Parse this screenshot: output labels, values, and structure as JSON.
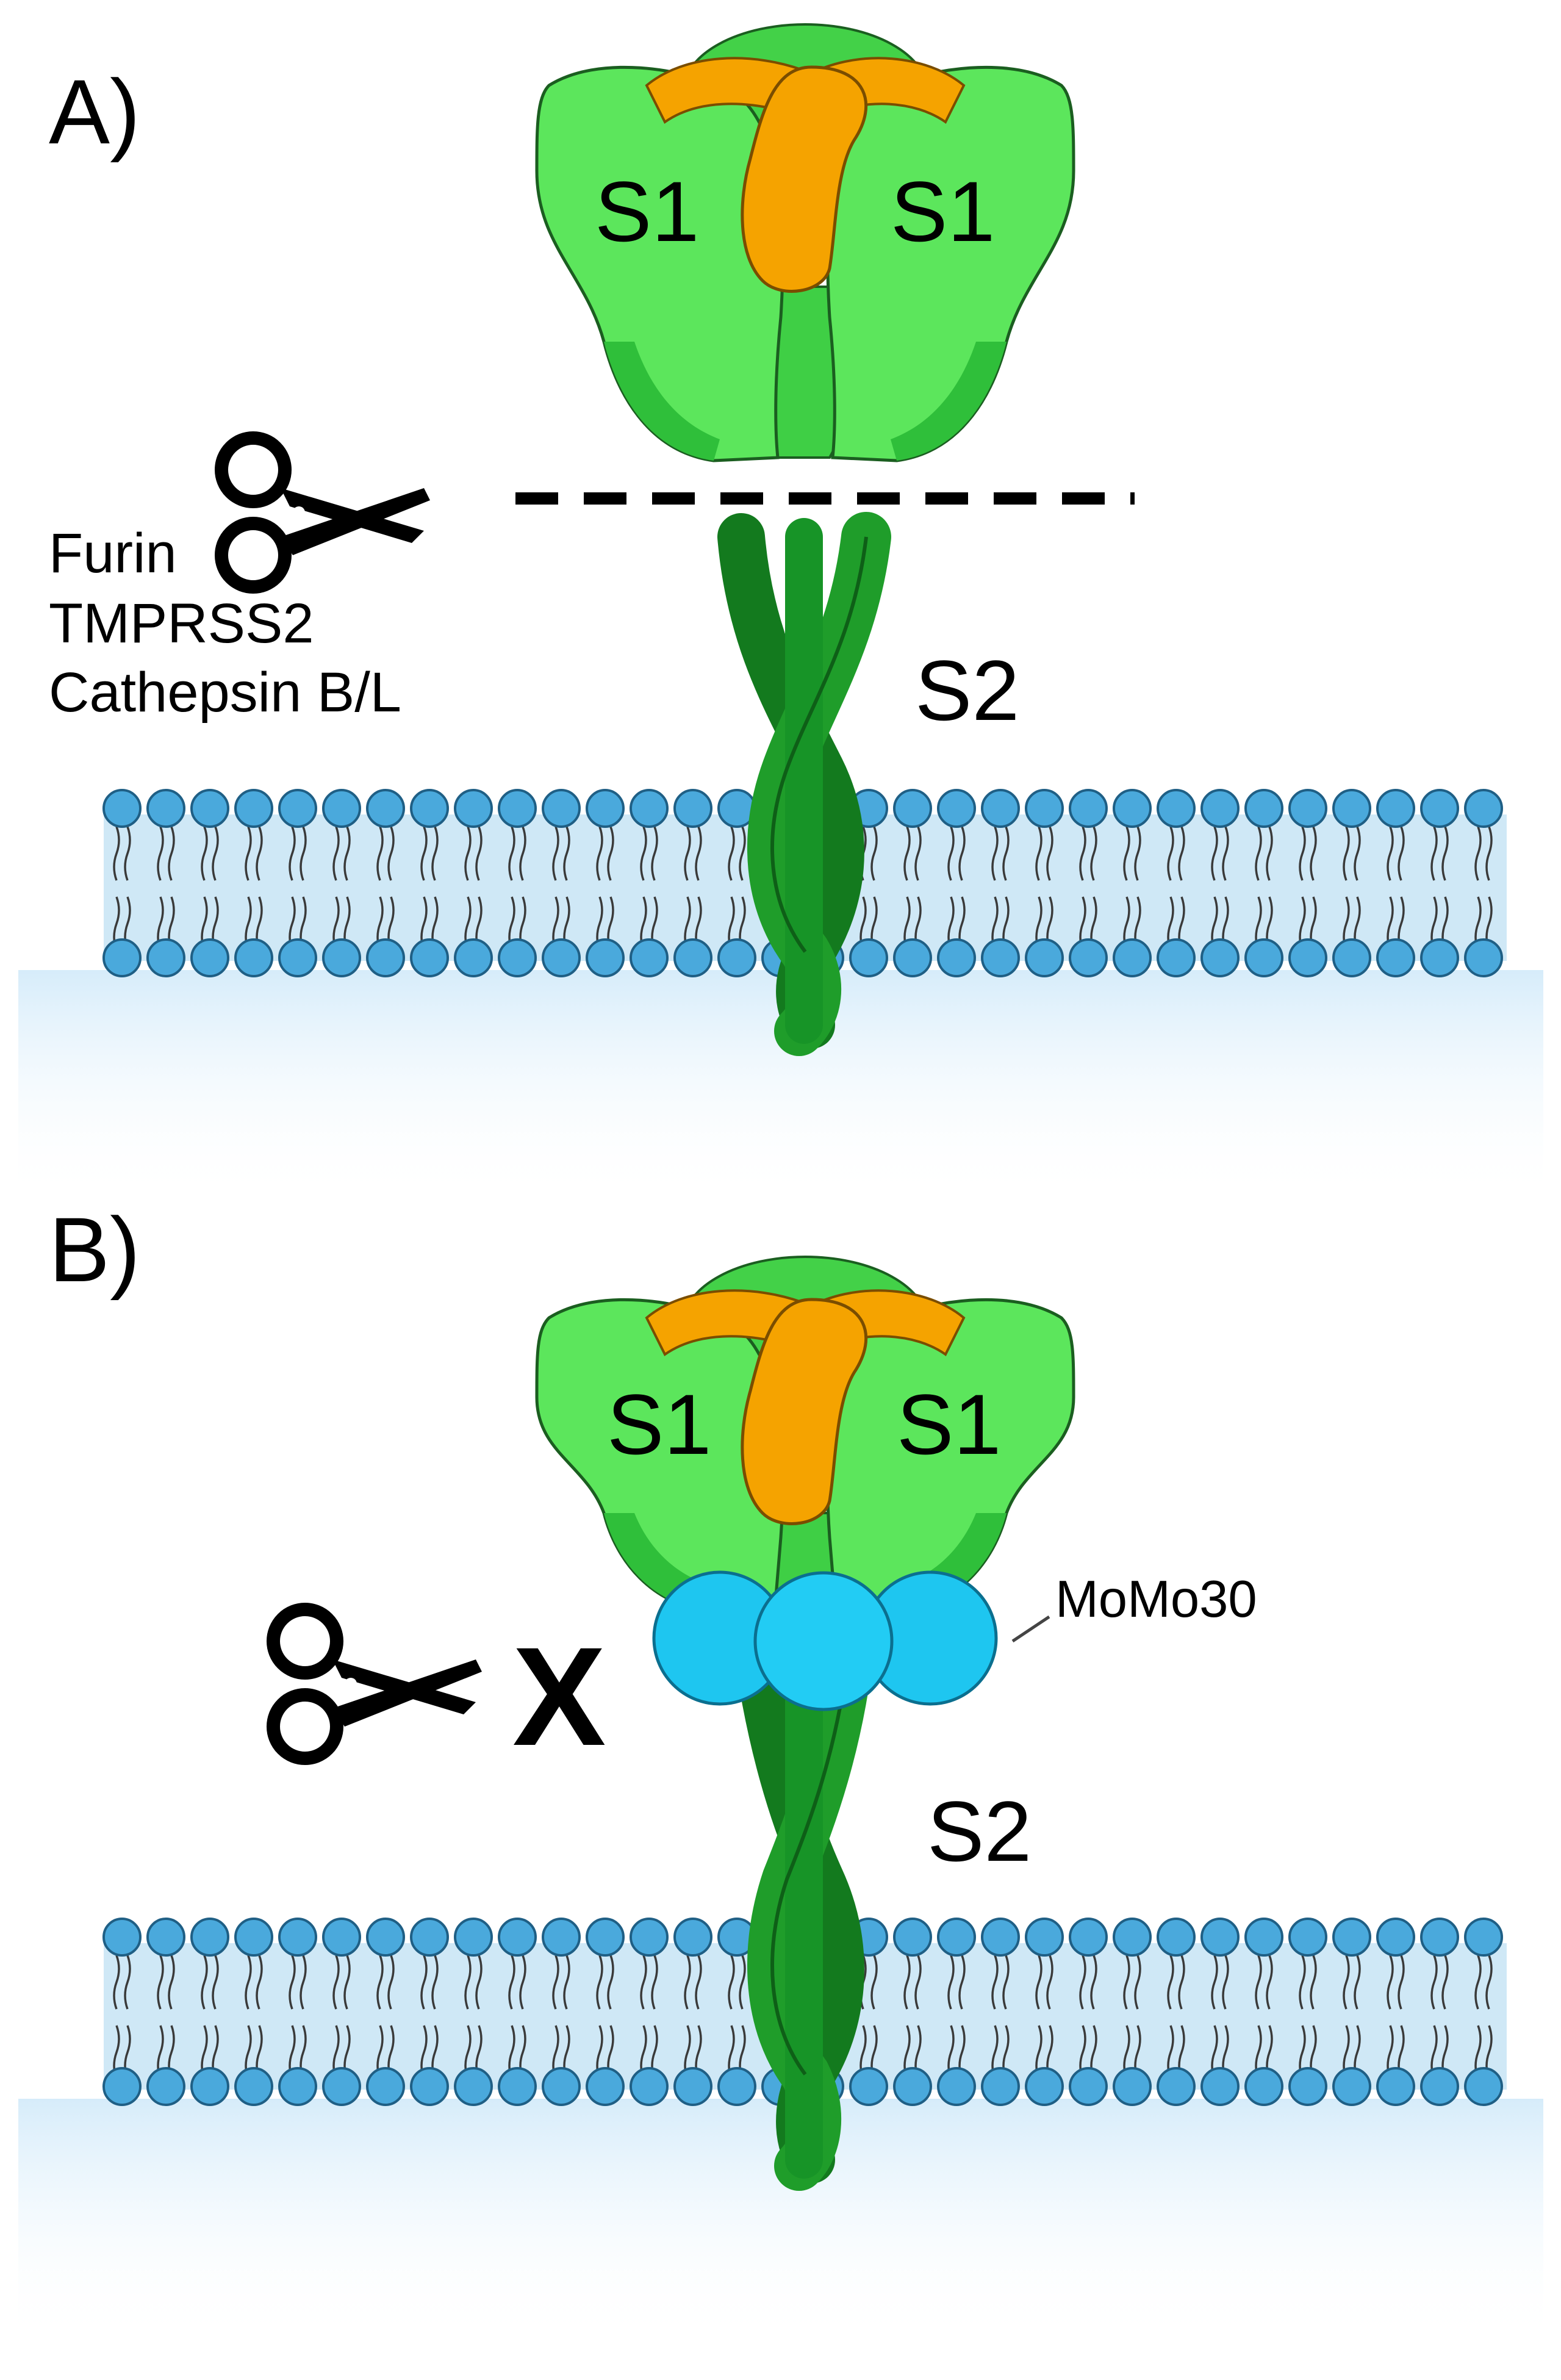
{
  "panels": [
    {
      "id": "A",
      "label": "A)",
      "domain_labels": {
        "s1_left": "S1",
        "s1_right": "S1",
        "s2": "S2"
      },
      "protease_labels": [
        "Furin",
        "TMPRSS2",
        "Cathepsin B/L"
      ],
      "cleavage": "cut",
      "cleavage_line": "dashed"
    },
    {
      "id": "B",
      "label": "B)",
      "domain_labels": {
        "s1_left": "S1",
        "s1_right": "S1",
        "s2": "S2"
      },
      "blocked_mark": "X",
      "binder_label": "MoMo30",
      "cleavage": "blocked",
      "binder_beads": 3
    }
  ],
  "colors": {
    "s1_fill": "#5ce65c",
    "s1_dark": "#2fbf3a",
    "s1_outline": "#1b5e20",
    "rbd_orange": "#f5a300",
    "s2_green": "#1f9d2a",
    "s2_dark": "#137a1e",
    "lipid_head": "#4aa9dc",
    "lipid_tail_bg": "#cfe8f6",
    "cytosol_glow": "#dceffb",
    "momo30_cyan": "#1ec6f0"
  },
  "icons": [
    "scissors-icon",
    "scissors-icon"
  ]
}
